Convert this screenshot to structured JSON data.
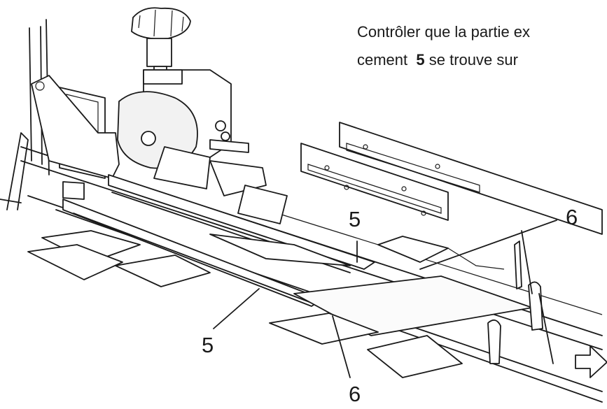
{
  "caption": {
    "line1": "Contrôler que la partie ex",
    "line2_prefix": "cement ",
    "line2_ref": "5",
    "line2_suffix": " se trouve sur"
  },
  "labels": {
    "label_5_top": "5",
    "label_5_bottom": "5",
    "label_6_right": "6",
    "label_6_bottom": "6"
  },
  "icons": [
    "knob-icon",
    "arrow-right-icon"
  ],
  "colors": {
    "ink": "#1a1a1a",
    "paper": "#ffffff"
  }
}
